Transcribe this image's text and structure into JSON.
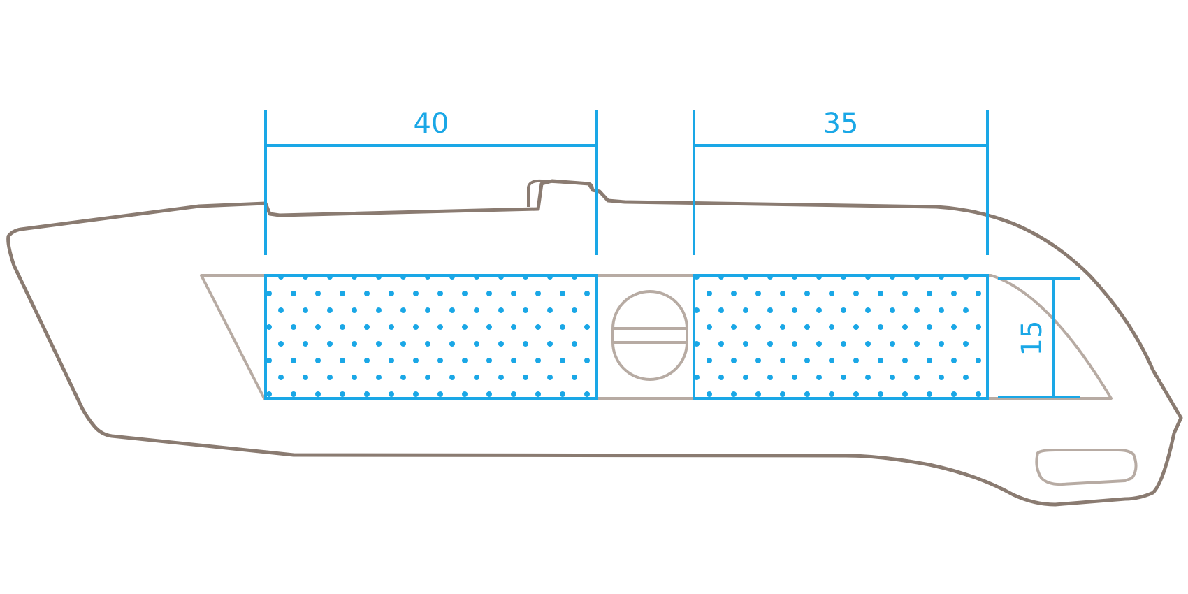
{
  "dimensions": {
    "left_label_area_width": "40",
    "right_label_area_width": "35",
    "label_area_height": "15"
  },
  "colors": {
    "outline": "#8a7b71",
    "inner_outline": "#b7aba3",
    "accent": "#1aa7e6",
    "background": "#ffffff"
  },
  "parts": {
    "body": "knife-body",
    "blade_slot": "blade-slot",
    "screw": "screw",
    "slider": "slider-button",
    "grip": "grip-slot"
  }
}
